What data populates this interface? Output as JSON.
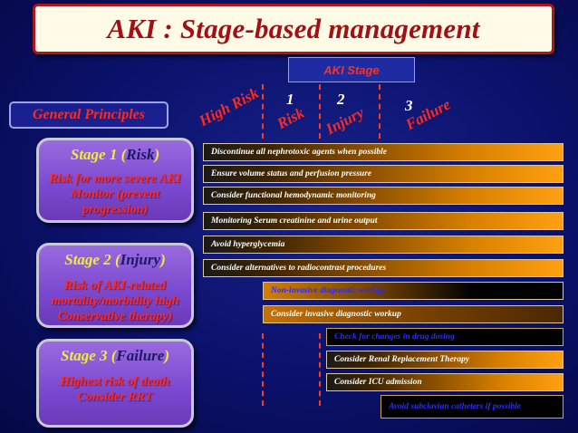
{
  "title": "AKI : Stage-based management",
  "aki_stage_label": "AKI Stage",
  "general_principles": "General Principles",
  "stage_numbers": [
    "1",
    "2",
    "3"
  ],
  "stage_headers": [
    "High Risk",
    "Risk",
    "Injury",
    "Failure"
  ],
  "stages": [
    {
      "prefix": "Stage 1 (",
      "keyword": "Risk",
      "suffix": ")",
      "desc_lines": [
        "Risk for more severe AKI",
        "Monitor (prevent",
        "progression)"
      ]
    },
    {
      "prefix": "Stage 2 (",
      "keyword": "Injury",
      "suffix": ")",
      "desc_lines": [
        "Risk of AKI-related",
        "mortality/morbidity high",
        "Conservative therapy)"
      ]
    },
    {
      "prefix": "Stage 3 (",
      "keyword": "Failure",
      "suffix": ")",
      "desc_lines": [
        "Highest risk of death",
        "Consider RRT"
      ]
    }
  ],
  "bars": [
    "Discontinue all nephrotoxic agents when possible",
    "Ensure volume status and perfusion pressure",
    "Consider functional hemodynamic monitoring",
    "Monitoring Serum creatinine and urine output",
    "Avoid hyperglycemia",
    "Consider alternatives to radiocontrast procedures",
    "Non-invasive diagnostic workup",
    "Consider invasive diagnostic workup",
    "Check for changes in drug dosing",
    "Consider Renal Replacement Therapy",
    "Consider ICU admission",
    "Avoid subclavian catheters if possible"
  ],
  "colors": {
    "title_text": "#a01015",
    "title_border": "#b0151c",
    "stage_title": "#f2ea40",
    "stage_keyword": "#1a1a66",
    "stage_desc": "#ff2b1a",
    "stage_box": "#7a48cf",
    "bar_orange": "#d98100",
    "bar_text_blue": "#2a2cff"
  }
}
